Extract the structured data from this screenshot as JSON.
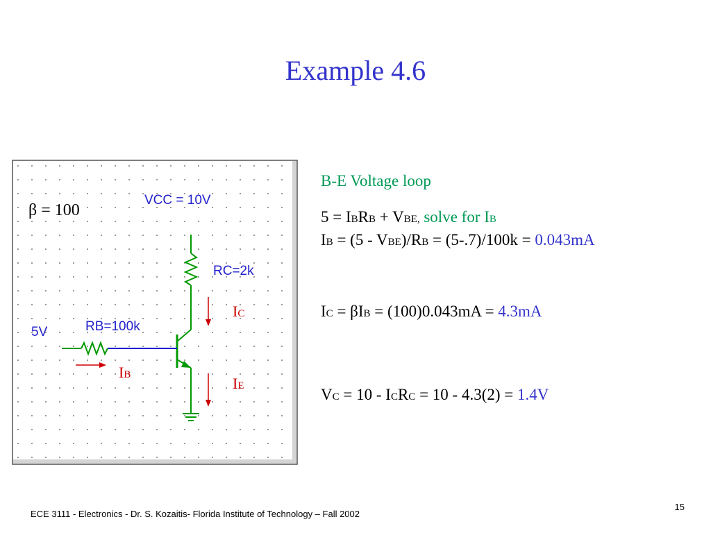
{
  "slide": {
    "title": "Example 4.6",
    "page_number": "15",
    "footer": "ECE 3111 - Electronics - Dr. S. Kozaitis- Florida Institute of Technology – Fall 2002"
  },
  "schematic": {
    "vcc_label": "VCC = 10V",
    "rc_label": "RC=2k",
    "rb_label": "RB=100k",
    "source_label": "5V",
    "beta_label": "β = 100",
    "ic_label": {
      "main": "I",
      "sub": "C"
    },
    "ib_label": {
      "main": "I",
      "sub": "B"
    },
    "ie_label": {
      "main": "I",
      "sub": "E"
    }
  },
  "equations": {
    "heading": "B-E Voltage loop",
    "line1": {
      "a": "5 = I",
      "b": "B",
      "c": "R",
      "d": "B",
      "e": " + V",
      "f": "BE,",
      "note": " solve for I",
      "note_sub": "B"
    },
    "line2": {
      "a": "I",
      "b": "B",
      "c": " = (5 - V",
      "d": "BE",
      "e": ")/R",
      "f": "B",
      "g": " = (5-.7)/100k = ",
      "result": "0.043mA"
    },
    "line3": {
      "a": "I",
      "b": "C",
      "c": " = βI",
      "d": "B",
      "e": " = (100)0.043mA = ",
      "result": "4.3mA"
    },
    "line4": {
      "a": "V",
      "b": "C",
      "c": " = 10 - I",
      "d": "C",
      "e": "R",
      "f": "C",
      "g": " = 10 - 4.3(2) = ",
      "result": "1.4V"
    }
  }
}
